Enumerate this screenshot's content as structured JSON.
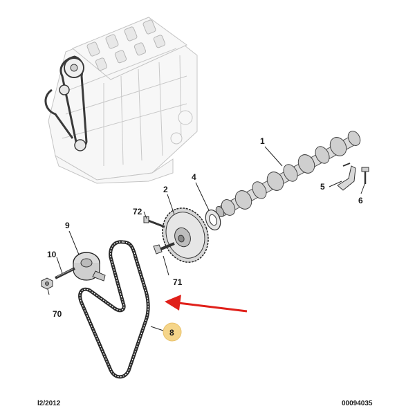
{
  "callouts": {
    "c1": "1",
    "c2": "2",
    "c4": "4",
    "c5": "5",
    "c6": "6",
    "c8": "8",
    "c9": "9",
    "c10": "10",
    "c70": "70",
    "c71": "71",
    "c72": "72"
  },
  "footer": {
    "date": "l2/2012",
    "reference": "00094035"
  },
  "colors": {
    "highlight_badge": "#f5d58a",
    "arrow": "#e0201a",
    "belt": "#2a2a2a"
  }
}
